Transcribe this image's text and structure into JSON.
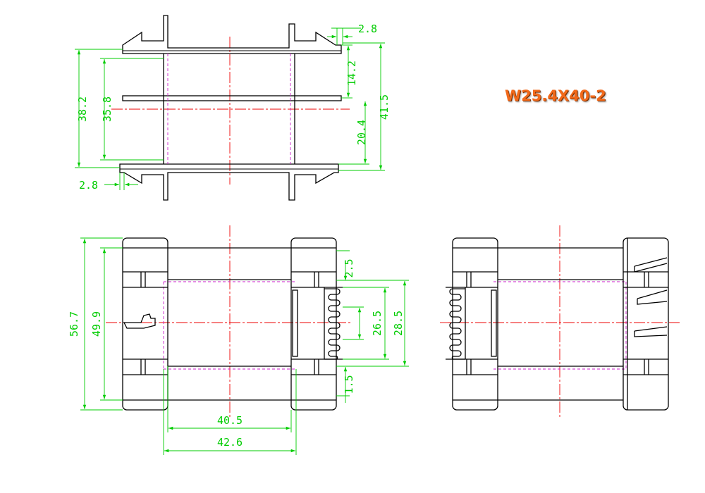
{
  "title": "W25.4X40-2",
  "colors": {
    "title": "#f26a1b",
    "object": "#000000",
    "dimension": "#00cc00",
    "hidden": "#cc22cc",
    "centerline": "#ee0000"
  },
  "dimensions": {
    "top_flange_thickness": "2.8",
    "bottom_flange_thickness": "2.8",
    "overall_height": "38.2",
    "inner_height": "35.8",
    "upper_section": "14.2",
    "lower_section": "20.4",
    "total_pin_height": "41.5",
    "front_height": "56.7",
    "front_inner_height": "49.9",
    "pin_top_offset": "2.5",
    "pin_span": "26.5",
    "pin_outer_span": "28.5",
    "pin_bottom_offset": "1.5",
    "body_length": "40.5",
    "overall_length": "42.6"
  }
}
